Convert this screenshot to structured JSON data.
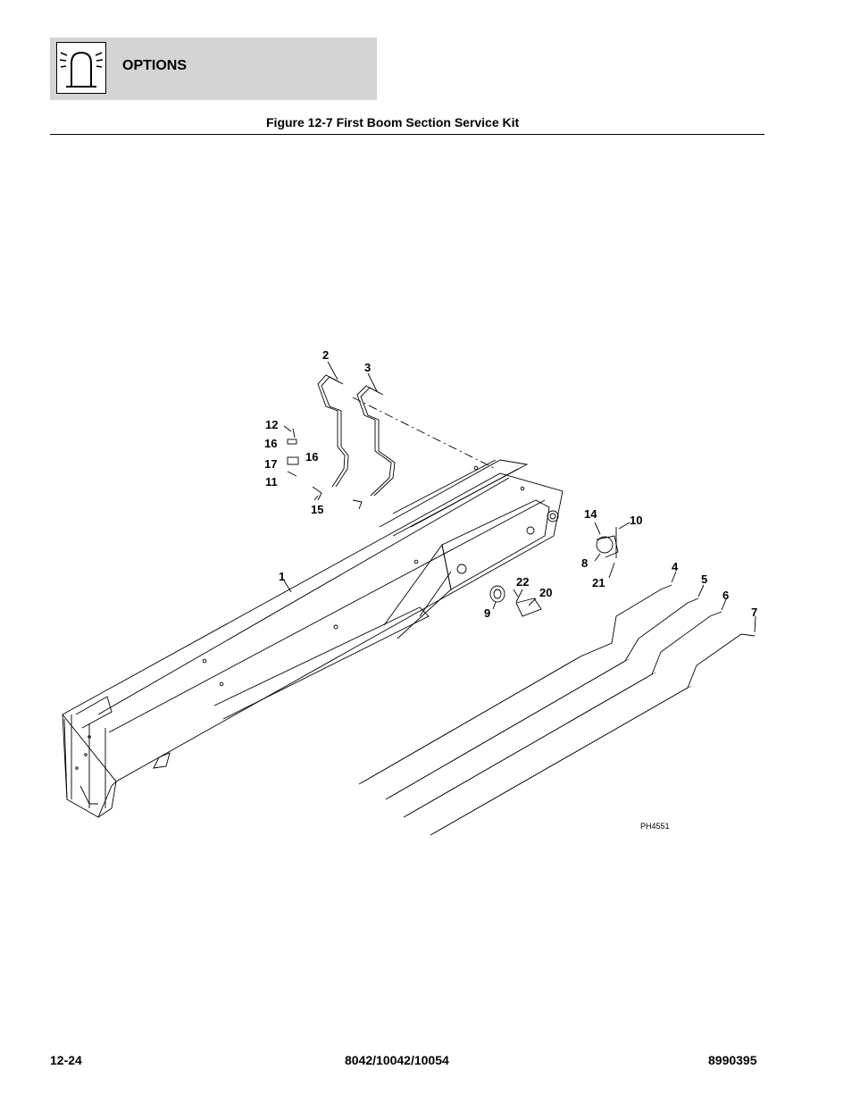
{
  "header": {
    "section_title": "OPTIONS",
    "icon": "beacon-light-icon"
  },
  "figure": {
    "title": "Figure 12-7 First Boom Section Service Kit",
    "photo_id": "PH4551",
    "callouts": [
      {
        "id": "c1",
        "label": "1"
      },
      {
        "id": "c2",
        "label": "2"
      },
      {
        "id": "c3",
        "label": "3"
      },
      {
        "id": "c4",
        "label": "4"
      },
      {
        "id": "c5",
        "label": "5"
      },
      {
        "id": "c6",
        "label": "6"
      },
      {
        "id": "c7",
        "label": "7"
      },
      {
        "id": "c8",
        "label": "8"
      },
      {
        "id": "c9",
        "label": "9"
      },
      {
        "id": "c10",
        "label": "10"
      },
      {
        "id": "c11",
        "label": "11"
      },
      {
        "id": "c12",
        "label": "12"
      },
      {
        "id": "c14",
        "label": "14"
      },
      {
        "id": "c15",
        "label": "15"
      },
      {
        "id": "c16a",
        "label": "16"
      },
      {
        "id": "c16b",
        "label": "16"
      },
      {
        "id": "c17",
        "label": "17"
      },
      {
        "id": "c20",
        "label": "20"
      },
      {
        "id": "c21",
        "label": "21"
      },
      {
        "id": "c22",
        "label": "22"
      }
    ]
  },
  "footer": {
    "page_number": "12-24",
    "model_numbers": "8042/10042/10054",
    "document_number": "8990395"
  }
}
